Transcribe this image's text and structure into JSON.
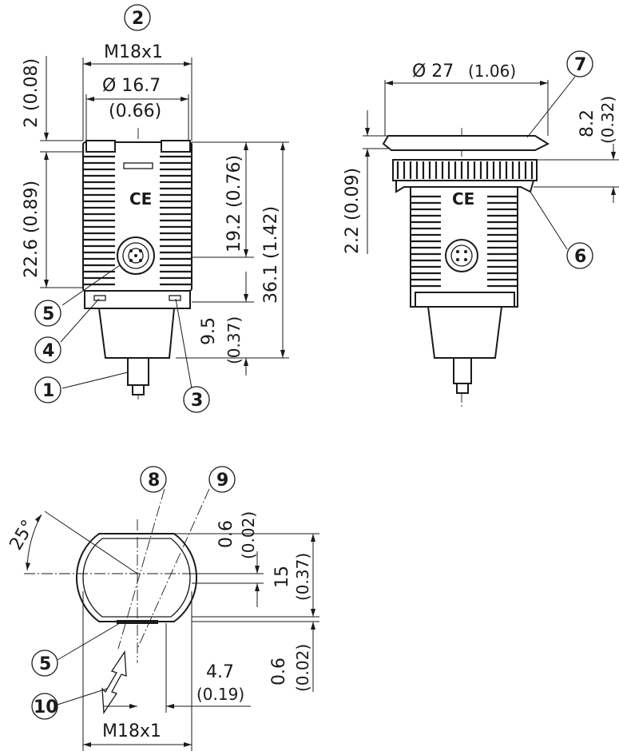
{
  "callouts": {
    "c1": "1",
    "c2": "2",
    "c3": "3",
    "c4": "4",
    "c5": "5",
    "c6": "6",
    "c7": "7",
    "c8": "8",
    "c9": "9",
    "c10": "10"
  },
  "front_view": {
    "thread_size": "M18x1",
    "inner_diameter": "Ø 16.7",
    "inner_diameter_in": "(0.66)",
    "dim_top": "2 (0.08)",
    "dim_thread_len": "22.6 (0.89)",
    "dim_19_2": "19.2 (0.76)",
    "dim_36_1": "36.1 (1.42)",
    "dim_9_5": "9.5",
    "dim_9_5_in": "(0.37)",
    "ce_mark": "CE"
  },
  "side_view": {
    "flange_diameter": "Ø 27",
    "flange_diameter_in": "(1.06)",
    "dim_8_2": "8.2",
    "dim_8_2_in": "(0.32)",
    "dim_2_2": "2.2 (0.09)",
    "ce_mark": "CE"
  },
  "bottom_view": {
    "angle": "25°",
    "dim_0_6_top": "0.6",
    "dim_0_6_top_in": "(0.02)",
    "dim_15": "15",
    "dim_15_in": "(0.37)",
    "dim_0_6_bottom": "0.6",
    "dim_0_6_bottom_in": "(0.02)",
    "dim_4_7": "4.7",
    "dim_4_7_in": "(0.19)",
    "thread_size": "M18x1"
  }
}
